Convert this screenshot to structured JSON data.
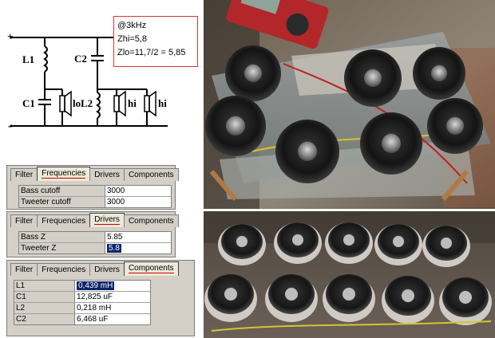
{
  "schematic": {
    "plus": "+",
    "minus": "-",
    "l1": "L1",
    "c2": "C2",
    "c1": "C1",
    "l2": "L2",
    "lo": "lo",
    "hi1": "hi",
    "hi2": "hi",
    "calc": [
      "@3kHz",
      "Zhi=5,8",
      "Zlo=11,7/2 = 5,85"
    ]
  },
  "panel_frequencies": {
    "tabs": [
      "Filter",
      "Frequencies",
      "Drivers",
      "Components"
    ],
    "active_tab": "Frequencies",
    "rows": [
      {
        "label": "Bass cutoff",
        "value": "3000"
      },
      {
        "label": "Tweeter cutoff",
        "value": "3000"
      }
    ]
  },
  "panel_drivers": {
    "tabs": [
      "Filter",
      "Frequencies",
      "Drivers",
      "Components"
    ],
    "active_tab": "Drivers",
    "rows": [
      {
        "label": "Bass Z",
        "value": "5.85"
      },
      {
        "label": "Tweeter Z",
        "value": "5.8"
      }
    ]
  },
  "panel_components": {
    "tabs": [
      "Filter",
      "Frequencies",
      "Drivers",
      "Components"
    ],
    "active_tab": "Components",
    "rows": [
      {
        "label": "L1",
        "value": "0,439 mH"
      },
      {
        "label": "C1",
        "value": "12,825 uF"
      },
      {
        "label": "L2",
        "value": "0,218 mH"
      },
      {
        "label": "C2",
        "value": "6,468 uF"
      }
    ]
  },
  "colors": {
    "panel_bg": "#d4d0c8",
    "selection": "#0a246a",
    "calc_border": "#d33333",
    "wire": "#000000"
  }
}
